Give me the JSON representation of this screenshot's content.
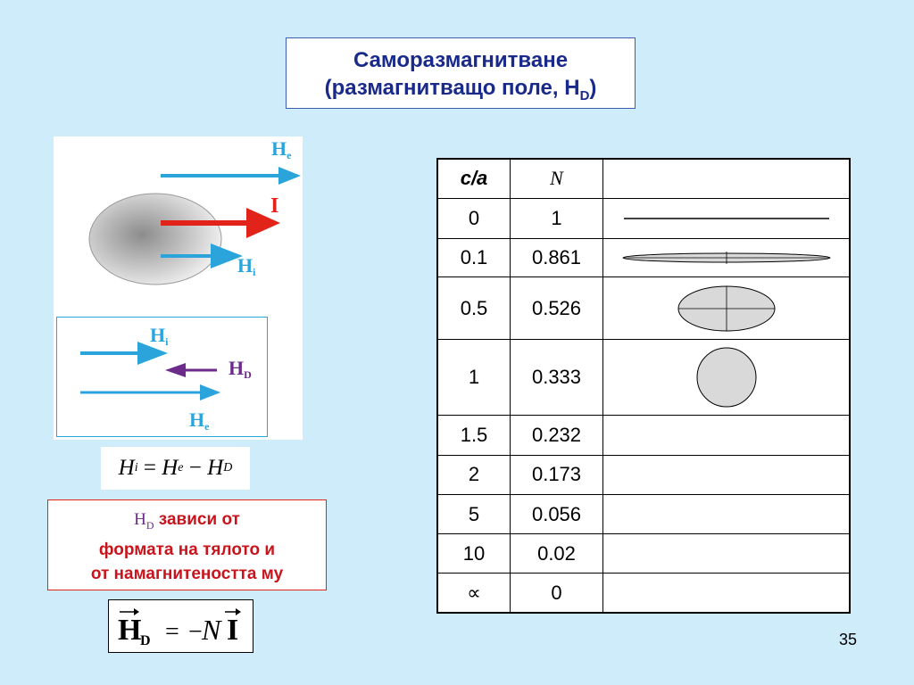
{
  "title": {
    "line1": "Саморазмагнитване",
    "line2_prefix": "(размагнитващо поле, H",
    "line2_sub": "D",
    "line2_suffix": ")"
  },
  "diagram": {
    "upper": {
      "he_main": "H",
      "he_sub": "e",
      "i_label": "I",
      "hi_main": "H",
      "hi_sub": "i"
    },
    "lower": {
      "hi_main": "H",
      "hi_sub": "i",
      "hd_main": "H",
      "hd_sub": "D",
      "he_main": "H",
      "he_sub": "e"
    },
    "colors": {
      "he": "#2aa4db",
      "i": "#e2231a",
      "hd": "#6c2a8a"
    }
  },
  "formula1": {
    "h1": "H",
    "s1": "i",
    "eq": " = ",
    "h2": "H",
    "s2": "e",
    "minus": " − ",
    "h3": "H",
    "s3": "D"
  },
  "note": {
    "hd_main": "H",
    "hd_sub": "D",
    "line1_rest": " зависи от",
    "line2": "формата на тялото и",
    "line3": "от намагнитеността му"
  },
  "formula2": {
    "lhs_main": "H",
    "lhs_sub": "D",
    "eq": "=",
    "rhs_sign": "−",
    "rhs_n": "N",
    "rhs_vec": "I"
  },
  "table": {
    "headers": {
      "ca": "c/a",
      "n": "N"
    },
    "rows": [
      {
        "ca": "0",
        "n": "1",
        "shape": "line"
      },
      {
        "ca": "0.1",
        "n": "0.861",
        "shape": "thin-ellipse"
      },
      {
        "ca": "0.5",
        "n": "0.526",
        "shape": "ellipse"
      },
      {
        "ca": "1",
        "n": "0.333",
        "shape": "circle"
      },
      {
        "ca": "1.5",
        "n": "0.232",
        "shape": ""
      },
      {
        "ca": "2",
        "n": "0.173",
        "shape": ""
      },
      {
        "ca": "5",
        "n": "0.056",
        "shape": ""
      },
      {
        "ca": "10",
        "n": "0.02",
        "shape": ""
      },
      {
        "ca": "∝",
        "n": "0",
        "shape": ""
      }
    ]
  },
  "slide_number": "35"
}
